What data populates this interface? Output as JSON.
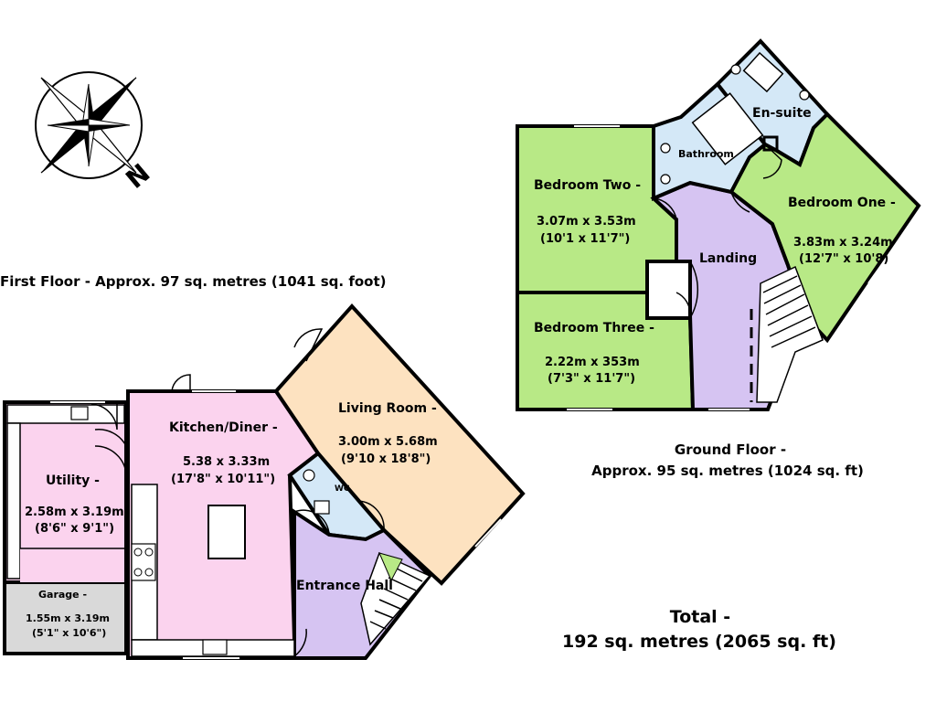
{
  "colors": {
    "bedroom": "#b8e986",
    "bathroom": "#d4e8f7",
    "landing": "#d6c4f2",
    "utility": "#fbd3ee",
    "kitchen": "#fbd3ee",
    "living": "#fde2c0",
    "garage": "#d9d9d9",
    "wall": "#000000"
  },
  "compass": {
    "north_letter": "N"
  },
  "captions": {
    "first_floor": "First Floor - Approx. 97 sq. metres  (1041 sq. foot)",
    "ground_floor_1": "Ground Floor -",
    "ground_floor_2": "Approx. 95 sq. metres (1024 sq. ft)",
    "total_1": "Total -",
    "total_2": "192 sq. metres (2065 sq. ft)"
  },
  "rooms": {
    "bedroom_two": {
      "name": "Bedroom Two -",
      "metric": "3.07m x 3.53m",
      "imperial": "(10'1 x 11'7\")"
    },
    "bathroom": {
      "name": "Bathroom"
    },
    "ensuite": {
      "name": "En-suite"
    },
    "bedroom_one": {
      "name": "Bedroom One -",
      "metric": "3.83m x 3.24m",
      "imperial": "(12'7\" x 10'8)"
    },
    "landing": {
      "name": "Landing"
    },
    "bedroom_three": {
      "name": "Bedroom Three -",
      "metric": "2.22m x 353m",
      "imperial": "(7'3\" x 11'7\")"
    },
    "utility": {
      "name": "Utility -",
      "metric": "2.58m x 3.19m",
      "imperial": "(8'6\" x 9'1\")"
    },
    "garage": {
      "name": "Garage -",
      "metric": "1.55m x 3.19m",
      "imperial": "(5'1\" x 10'6\")"
    },
    "kitchen": {
      "name": "Kitchen/Diner -",
      "metric": "5.38 x 3.33m",
      "imperial": "(17'8\" x 10'11\")"
    },
    "living": {
      "name": "Living Room -",
      "metric": "3.00m x 5.68m",
      "imperial": "(9'10 x 18'8\")"
    },
    "wc": {
      "name": "WC"
    },
    "hall": {
      "name": "Entrance Hall"
    }
  }
}
